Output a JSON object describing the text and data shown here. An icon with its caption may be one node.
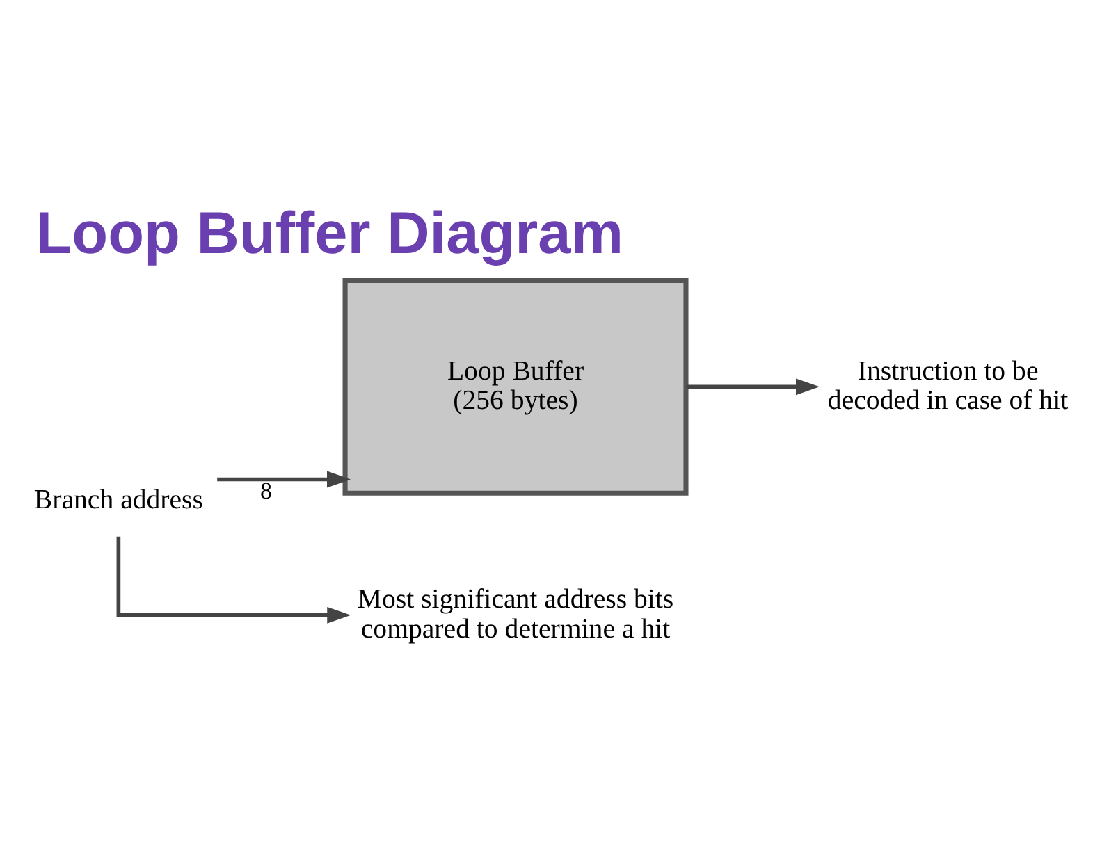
{
  "diagram": {
    "title": "Loop Buffer Diagram",
    "nodes": [
      {
        "text": [
          "Branch address"
        ]
      },
      {
        "text": [
          "Loop Buffer (256 bytes)"
        ]
      },
      {
        "text": [
          "Instruction to be decoded in case of hit"
        ]
      },
      {
        "text": [
          "Most significant address bits compared to determine a hit"
        ]
      }
    ],
    "edges": [
      {
        "from": 0,
        "to": 1,
        "arrow": "to",
        "label": "8"
      },
      {
        "from": 1,
        "to": 2,
        "arrow": "to"
      },
      {
        "from": 0,
        "to": 3,
        "arrow": "to"
      }
    ]
  }
}
